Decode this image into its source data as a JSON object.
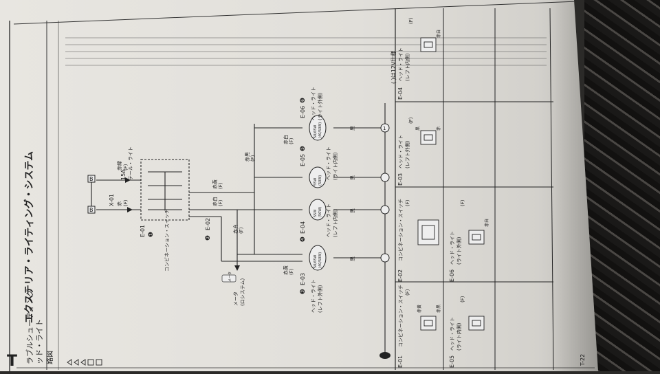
{
  "header": {
    "page_code_left": "T",
    "title": "エクステリア・ライティング・システム",
    "section": "ラブルシューティング",
    "subsection": "ッド・ライト",
    "diagram_label": "路図",
    "page_number": "T-22"
  },
  "diagram": {
    "connector_left_a": "B",
    "connector_left_b": "B",
    "fuse_block": "X-01",
    "fuse_rating": "15A",
    "fuse_name": "テール・ライト",
    "fuse_wire_color": "赤緑",
    "fuse_wire_f": "(F)",
    "switch_connector_1": "E-01",
    "switch_connector_2": "E-02",
    "switch_label": "コンビネーション・スイッチ",
    "marker_1": "❶",
    "marker_2": "❷",
    "wire_red": "赤",
    "wire_red_f": "(F)",
    "wire_red_yellow": "赤黄",
    "wire_red_white_1": "赤白",
    "wire_red_white_1_f": "(F)",
    "wire_red_yellow_f": "(F)",
    "wire_red_black": "赤黒",
    "wire_red_black_f": "(F)",
    "wire_red_white_2": "赤白",
    "wire_red_white_2_f": "(F)",
    "meter_label": "メータ",
    "meter_sub": "(ロシステム)",
    "meter_icon_text": "メータ",
    "lamp_e03_label": "E-03",
    "lamp_e03_marker": "❸",
    "lamp_e03_name": "ヘッド・ライト",
    "lamp_e03_sub": "(レフト外側)",
    "lamp_e03_watt_top": "50/65W",
    "lamp_e03_watt_bot": "(40/50W)",
    "lamp_e04_label": "E-04",
    "lamp_e04_marker": "❹",
    "lamp_e04_name": "ヘッド・ライト",
    "lamp_e04_sub": "(レフト内側)",
    "lamp_e04_watt_top": "55W",
    "lamp_e04_watt_bot": "(50W)",
    "lamp_e05_label": "E-05",
    "lamp_e05_marker": "❺",
    "lamp_e05_name": "ヘッド・ライト",
    "lamp_e05_sub": "(ライト内側)",
    "lamp_e05_watt_top": "55W",
    "lamp_e05_watt_bot": "(50W)",
    "lamp_e06_label": "E-06",
    "lamp_e06_marker": "❻",
    "lamp_e06_name": "ヘッド・ライト",
    "lamp_e06_sub": "(ライト外側)",
    "lamp_e06_watt_top": "50/65W",
    "lamp_e06_watt_bot": "(40/50W)",
    "red_white_label": "赤白",
    "red_white_f": "(F)",
    "red_yellow_label": "赤黄",
    "red_yellow_f": "(F)",
    "ground_black": "黒",
    "ground_f": "(F)",
    "ground_node": "1",
    "voltage_note": "( )は12V仕様",
    "ground_a": "黒",
    "ground_b": "黒",
    "ground_c": "黒",
    "ground_d": "黒"
  },
  "table": {
    "row1": [
      {
        "code": "E-01",
        "name": "コンビネーション・スイッチ",
        "f": "(F)"
      },
      {
        "code": "E-02",
        "name": "コンビネーション・スイッチ",
        "f": "(F)"
      },
      {
        "code": "E-03",
        "name": "ヘッド・ライト",
        "sub": "(レフト外側)",
        "f": "(F)"
      },
      {
        "code": "E-04",
        "name": "ヘッド・ライト",
        "sub": "(レフト内側)",
        "f": "(F)"
      }
    ],
    "row2": [
      {
        "code": "E-05",
        "name": "ヘッド・ライト",
        "sub": "(ライト内側)",
        "f": "(F)"
      },
      {
        "code": "E-06",
        "name": "ヘッド・ライト",
        "sub": "(ライト外側)",
        "f": "(F)"
      }
    ],
    "pin_labels": {
      "red_yellow": "赤黄",
      "red_black": "赤黒",
      "red": "赤",
      "black": "黒",
      "red_white": "赤白",
      "red_white_2": "赤白"
    }
  }
}
